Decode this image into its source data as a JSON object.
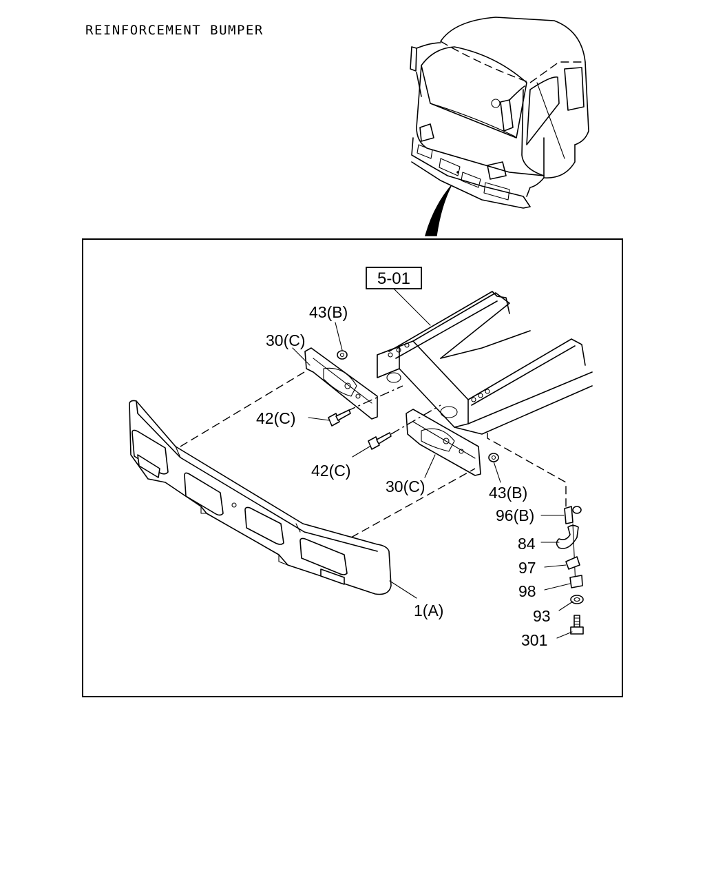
{
  "title": "REINFORCEMENT BUMPER",
  "reference_box": "5-01",
  "callouts": {
    "c43b_top": "43(B)",
    "c30c_top": "30(C)",
    "c42c_top": "42(C)",
    "c42c_bottom": "42(C)",
    "c30c_bottom": "30(C)",
    "c43b_right": "43(B)",
    "c96b": "96(B)",
    "c84": "84",
    "c97": "97",
    "c98": "98",
    "c93": "93",
    "c301": "301",
    "c1a": "1(A)"
  }
}
